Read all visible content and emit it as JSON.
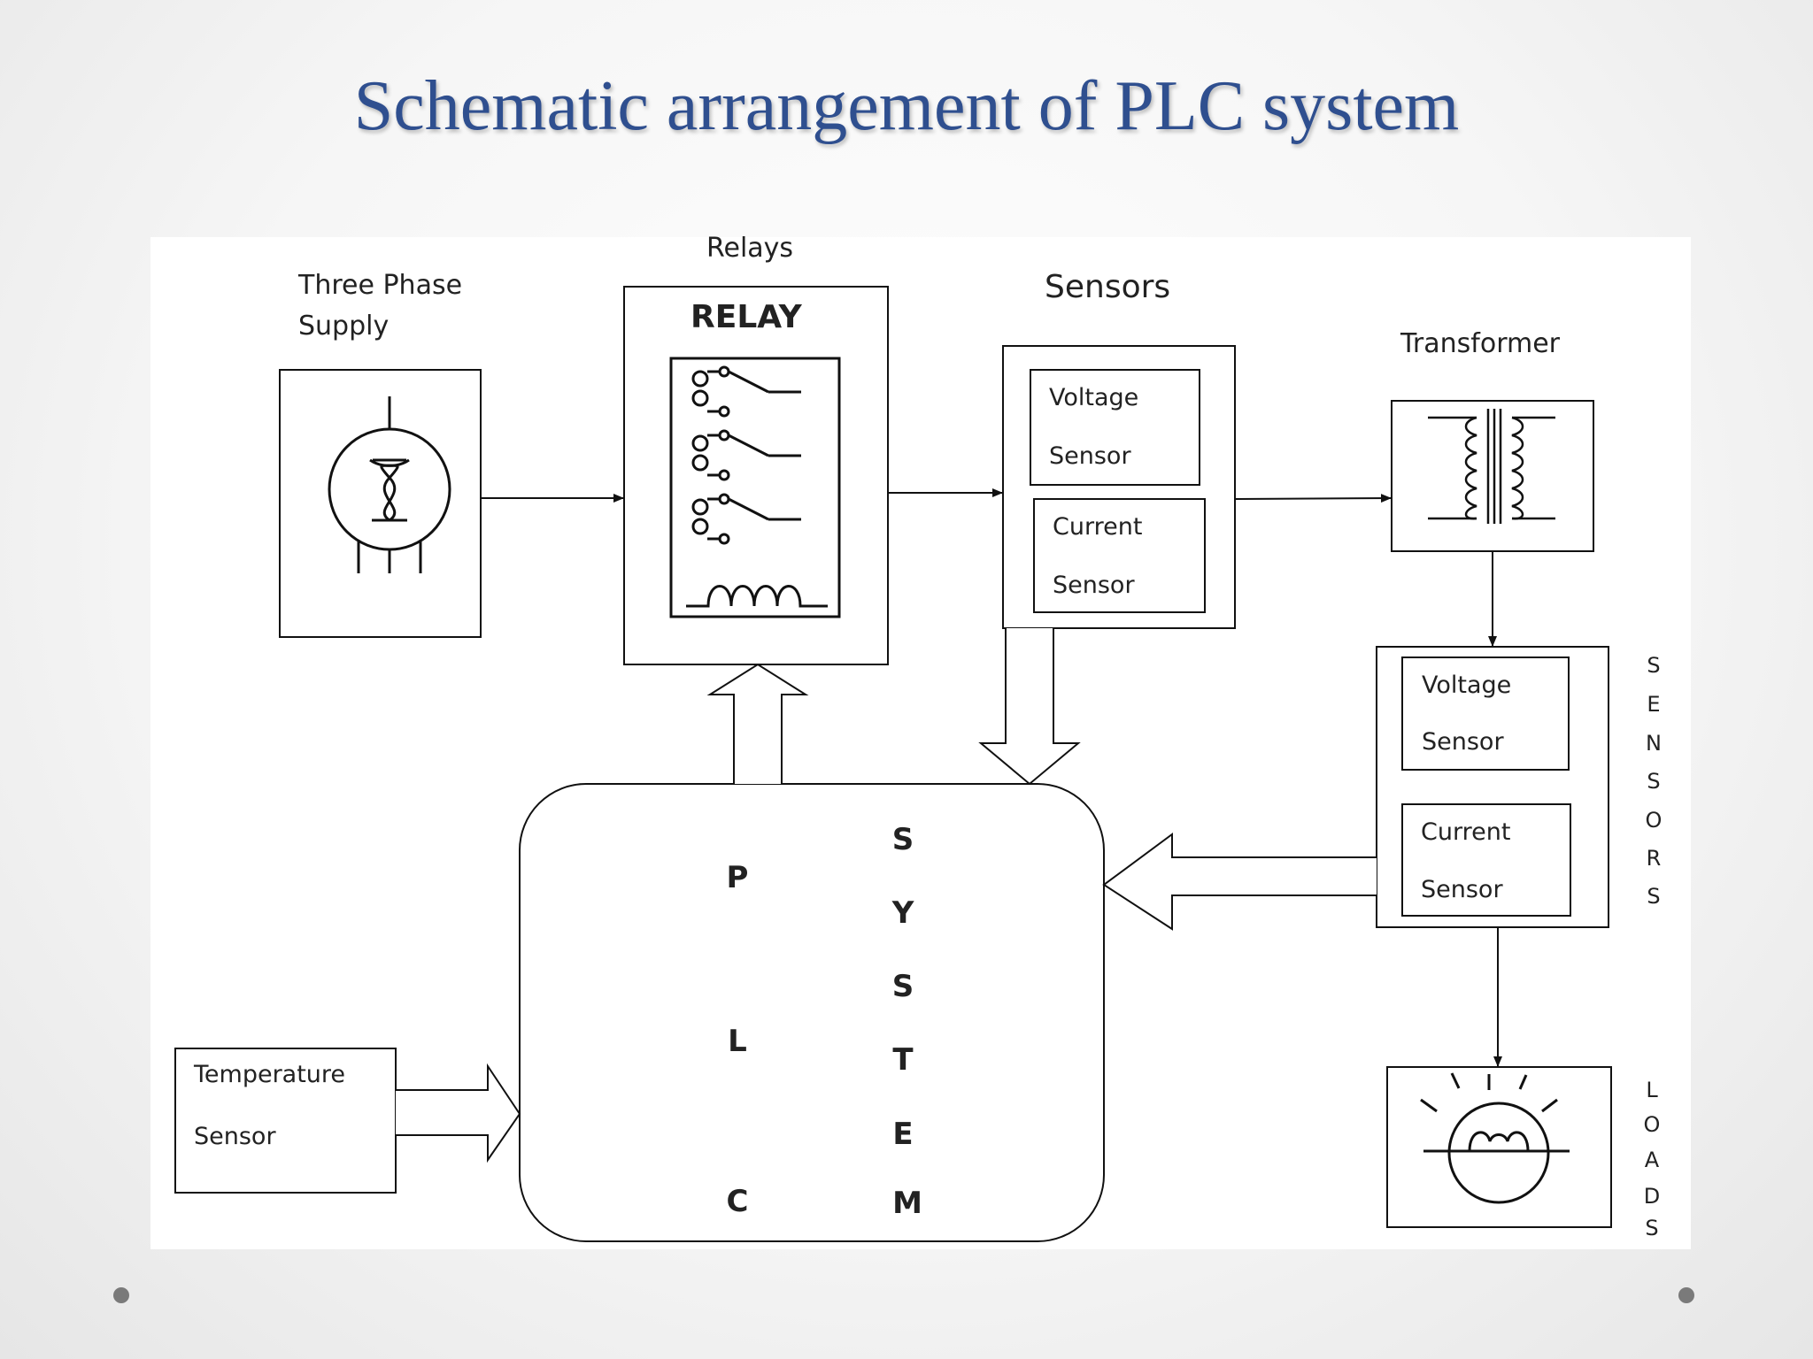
{
  "title": "Schematic arrangement of PLC system",
  "diagram": {
    "three_phase_line1": "Three Phase",
    "three_phase_line2": "Supply",
    "relays_label": "Relays",
    "relay_box_title": "RELAY",
    "sensors_label": "Sensors",
    "transformer_label": "Transformer",
    "sensor_group1": {
      "voltage_line1": "Voltage",
      "voltage_line2": "Sensor",
      "current_line1": "Current",
      "current_line2": "Sensor"
    },
    "sensor_group2": {
      "voltage_line1": "Voltage",
      "voltage_line2": "Sensor",
      "current_line1": "Current",
      "current_line2": "Sensor"
    },
    "temperature_line1": "Temperature",
    "temperature_line2": "Sensor",
    "plc_letters": [
      "P",
      "L",
      "C"
    ],
    "system_letters": [
      "S",
      "Y",
      "S",
      "T",
      "E",
      "M"
    ],
    "sensors_vertical": [
      "S",
      "E",
      "N",
      "S",
      "O",
      "R",
      "S"
    ],
    "loads_vertical": [
      "L",
      "O",
      "A",
      "D",
      "S"
    ]
  },
  "icons": [
    "generator-icon",
    "relay-switch-icon",
    "transformer-icon",
    "lamp-icon"
  ]
}
